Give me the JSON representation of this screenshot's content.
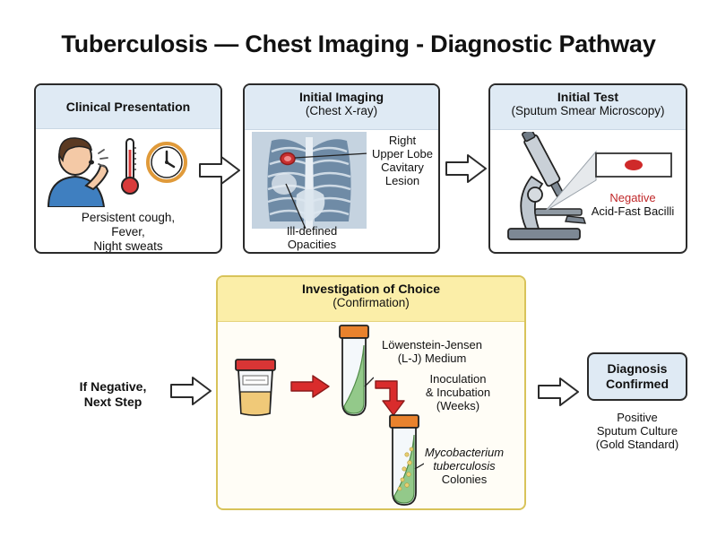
{
  "title": "Tuberculosis — Chest Imaging - Diagnostic Pathway",
  "clinical": {
    "heading": "Clinical Presentation",
    "symptoms": [
      "Persistent cough,",
      "Fever,",
      "Night sweats"
    ]
  },
  "imaging": {
    "heading": "Initial Imaging",
    "subheading": "(Chest X-ray)",
    "lesion_label": [
      "Right",
      "Upper Lobe",
      "Cavitary",
      "Lesion"
    ],
    "opacity_label": [
      "Ill-defined",
      "Opacities"
    ]
  },
  "test": {
    "heading": "Initial Test",
    "subheading": "(Sputum Smear Microscopy)",
    "result": "Negative",
    "result_detail": "Acid-Fast Bacilli"
  },
  "next_step": [
    "If Negative,",
    "Next Step"
  ],
  "investigation": {
    "heading": "Investigation of Choice",
    "subheading": "(Confirmation)",
    "medium_label": [
      "Löwenstein-Jensen",
      "(L-J) Medium"
    ],
    "process_label": [
      "Inoculation",
      "& Incubation",
      "(Weeks)"
    ],
    "colonies_label": [
      "Mycobacterium",
      "tuberculosis",
      "Colonies"
    ]
  },
  "diagnosis": {
    "heading": [
      "Diagnosis",
      "Confirmed"
    ],
    "detail": [
      "Positive",
      "Sputum Culture",
      "(Gold Standard)"
    ]
  },
  "colors": {
    "header_blue": "#dfeaf4",
    "investigation_yellow": "#fbeea8",
    "arrow_red": "#d92c2c",
    "negative_red": "#c0282a",
    "cap_orange": "#e9822d"
  }
}
